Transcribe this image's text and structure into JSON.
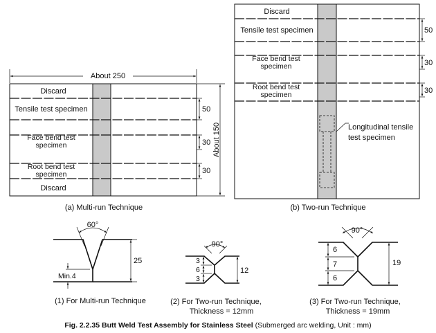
{
  "multi_run": {
    "width_label": "About 250",
    "height_label": "About 150",
    "strips": [
      "Discard",
      "Tensile test specimen",
      "Face bend test specimen",
      "Root bend test specimen",
      "Discard"
    ],
    "dims": [
      "50",
      "30",
      "30"
    ],
    "caption": "(a)  Multi-run  Technique"
  },
  "two_run": {
    "strips": [
      "Discard",
      "Tensile test specimen",
      "Face bend test specimen",
      "Root bend test specimen"
    ],
    "dims": [
      "50",
      "30",
      "30"
    ],
    "longitudinal_label": [
      "Longitudinal tensile",
      "test specimen"
    ],
    "caption": "(b)  Two-run  Technique"
  },
  "grooves": [
    {
      "angle": "60°",
      "dims": [
        "25",
        "Min.4"
      ],
      "caption": [
        "(1)  For  Multi-run  Technique"
      ]
    },
    {
      "angle": "90°",
      "dims": [
        "3",
        "6",
        "3",
        "12"
      ],
      "caption": [
        "(2)  For  Two-run  Technique,",
        "Thickness  =  12mm"
      ]
    },
    {
      "angle": "90°",
      "dims": [
        "6",
        "7",
        "6",
        "19"
      ],
      "caption": [
        "(3)  For  Two-run  Technique,",
        "Thickness  =  19mm"
      ]
    }
  ],
  "figure": {
    "number": "Fig.  2.2.35",
    "title": "Butt  Weld  Test  Assembly  for  Stainless  Steel",
    "note": "(Submerged  arc  welding,  Unit  :  mm)"
  }
}
